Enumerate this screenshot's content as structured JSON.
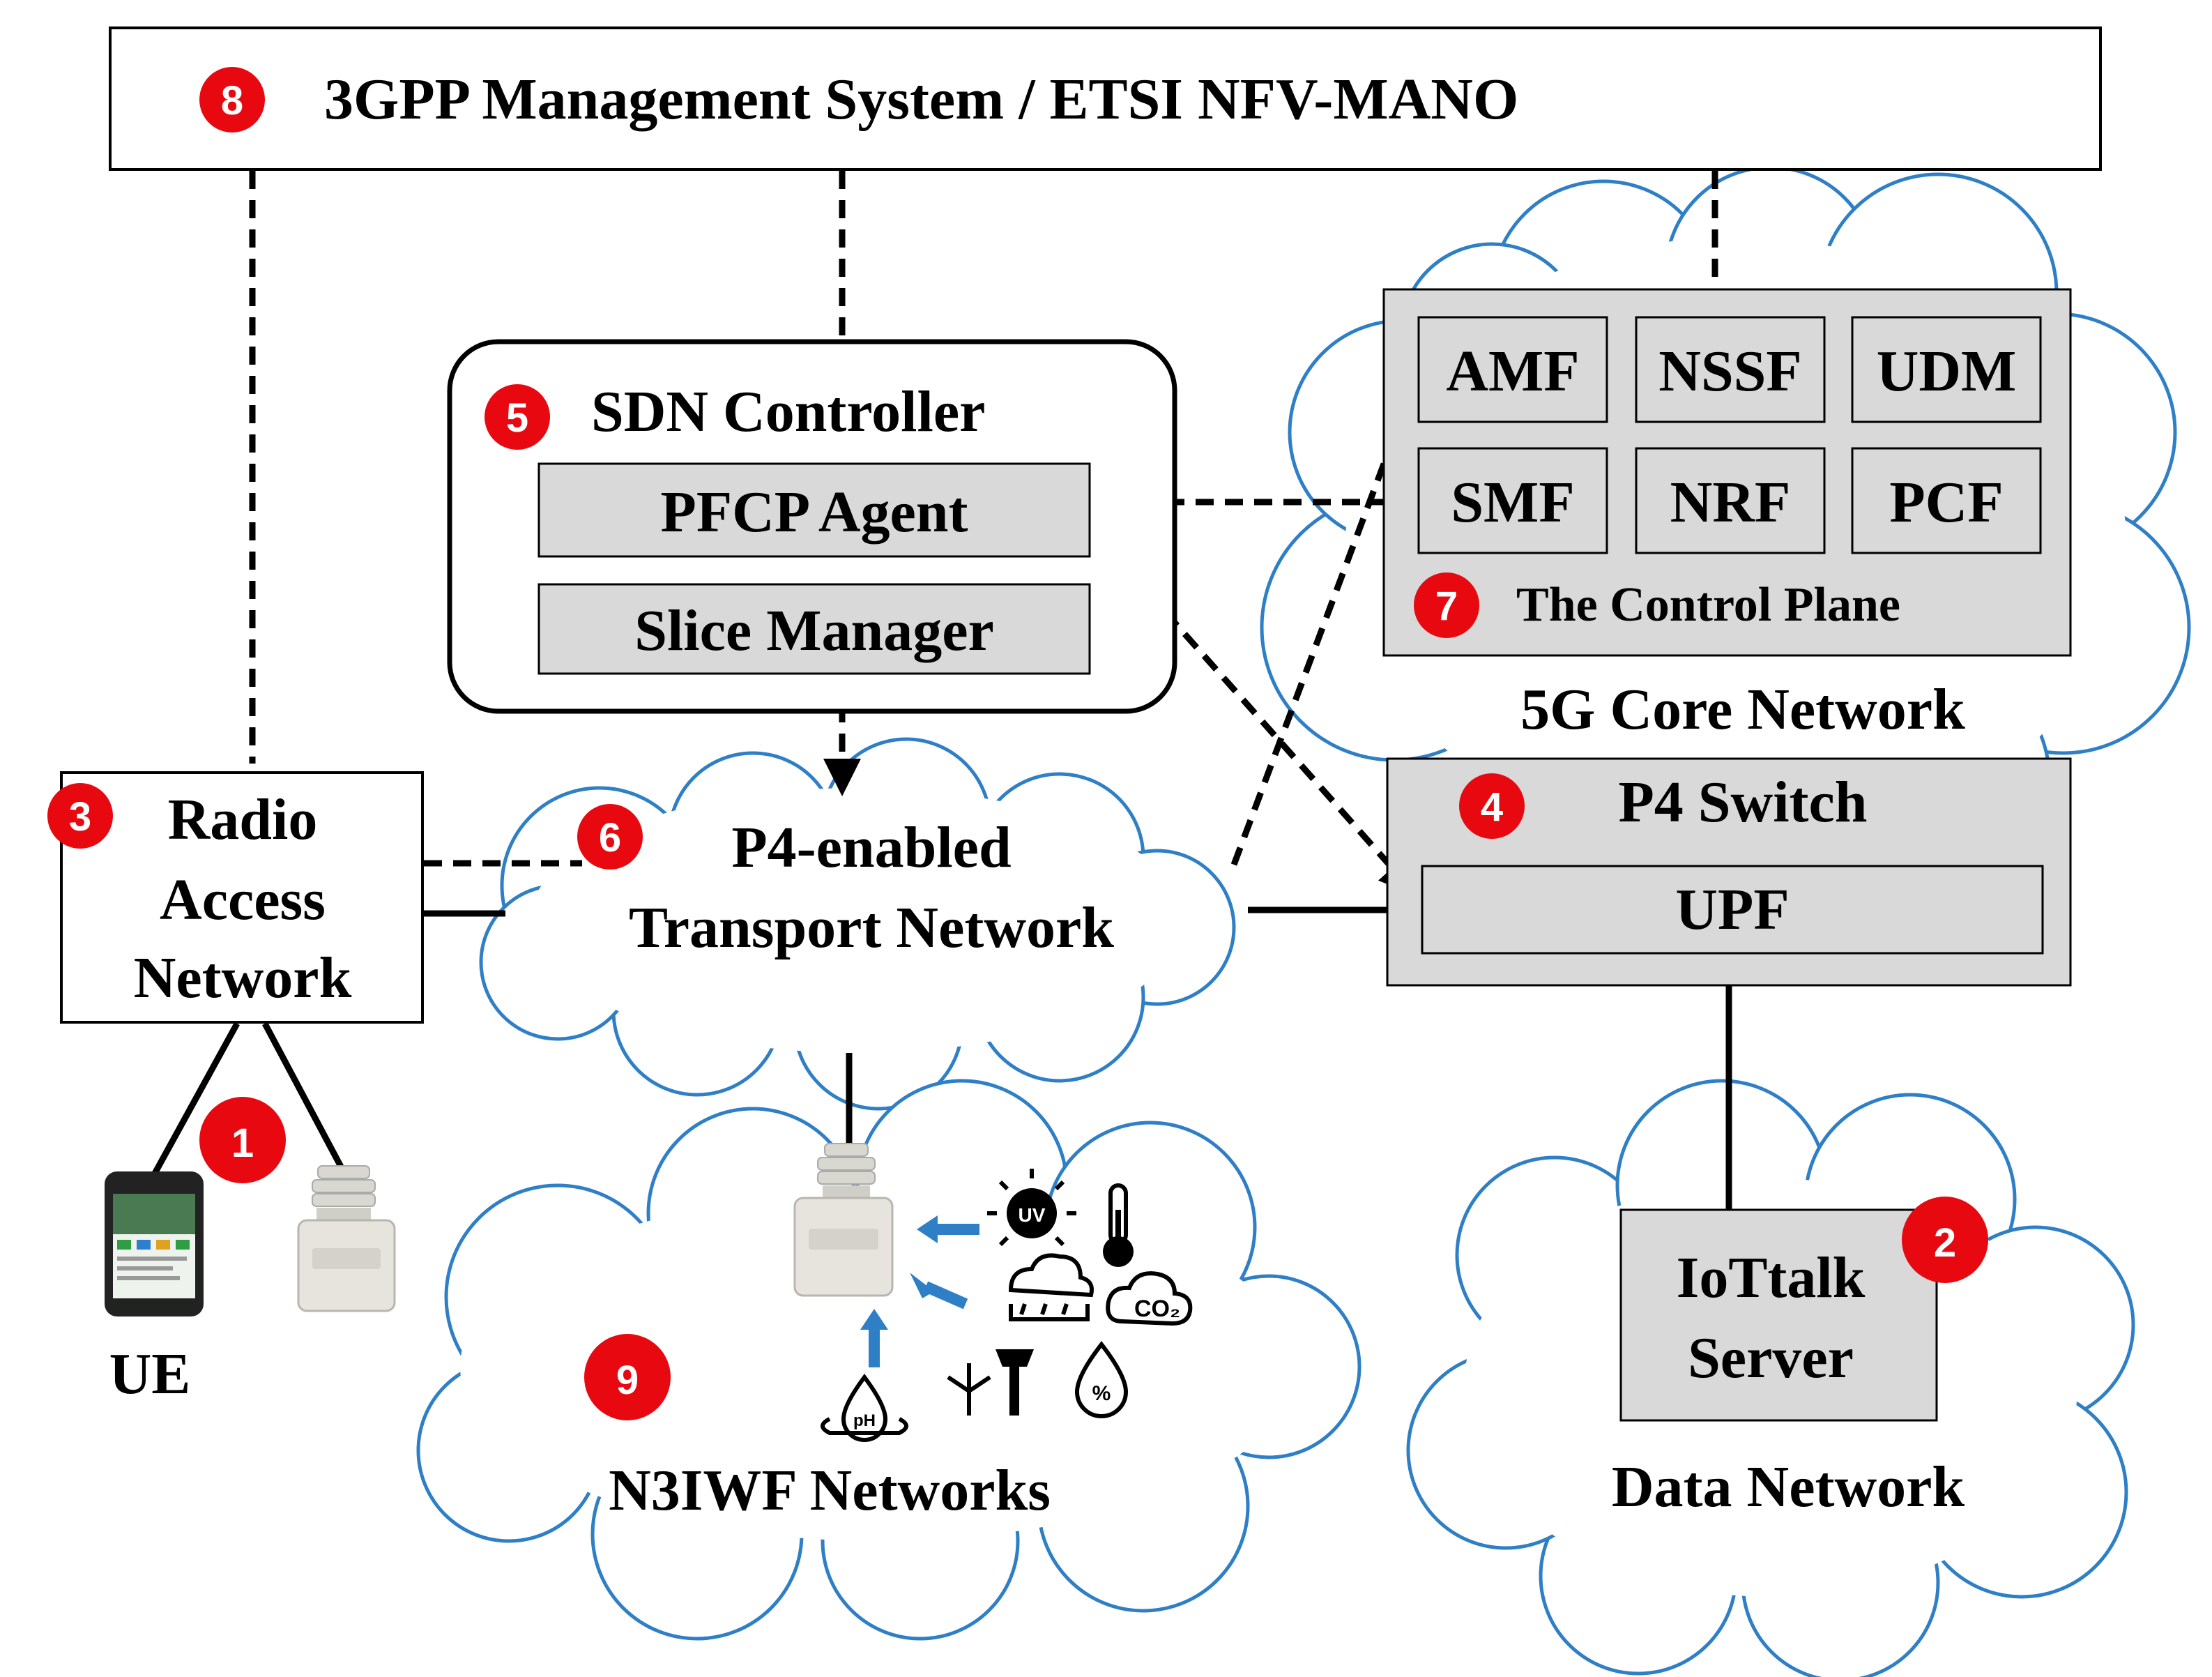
{
  "mano": {
    "badge": "8",
    "title": "3GPP Management System / ETSI NFV-MANO"
  },
  "sdn": {
    "badge": "5",
    "title": "SDN Controller",
    "pfcp": "PFCP Agent",
    "slice": "Slice Manager"
  },
  "cp": {
    "badge": "7",
    "title": "The Control Plane",
    "nfs": [
      "AMF",
      "NSSF",
      "UDM",
      "SMF",
      "NRF",
      "PCF"
    ]
  },
  "core": {
    "label": "5G Core Network"
  },
  "ran": {
    "badge": "3",
    "line1": "Radio",
    "line2": "Access",
    "line3": "Network"
  },
  "transport": {
    "badge": "6",
    "line1": "P4-enabled",
    "line2": "Transport Network"
  },
  "p4": {
    "badge": "4",
    "title": "P4 Switch",
    "upf": "UPF"
  },
  "ue": {
    "badge": "1",
    "label": "UE"
  },
  "iottalk": {
    "badge": "2",
    "line1": "IoTtalk",
    "line2": "Server"
  },
  "datanet": {
    "label": "Data Network"
  },
  "n3iwf": {
    "badge": "9",
    "label": "N3IWF Networks"
  },
  "sensor_icons": [
    "uv-icon",
    "thermometer-icon",
    "rain-icon",
    "co2-icon",
    "ph-icon",
    "wind-vane-icon",
    "humidity-icon"
  ],
  "colors": {
    "badge": "#e8080f",
    "cloud_outline": "#2f7fc6",
    "box_fill": "#d9d9d9"
  }
}
